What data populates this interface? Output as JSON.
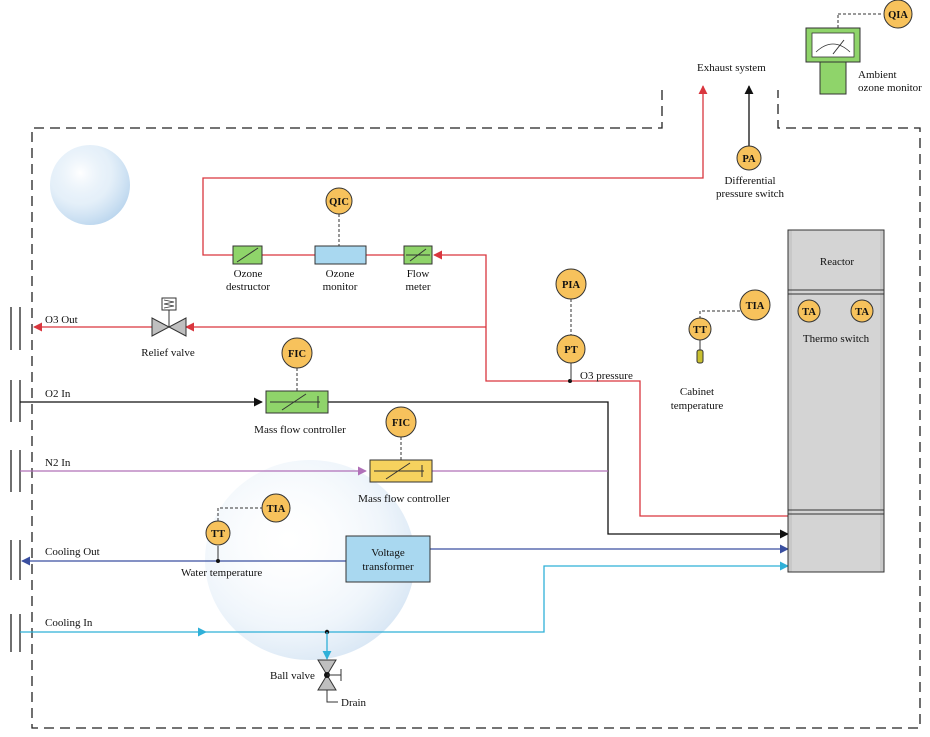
{
  "colors": {
    "ozone": "#d9363e",
    "oxygen": "#111111",
    "nitrogen": "#b070b8",
    "cooling_out": "#3a4fa0",
    "cooling_in": "#2fb0d8",
    "instrument_fill": "#f7c25c",
    "reactor_fill": "#c8c8c8",
    "green_fill": "#8fd46a",
    "blue_fill": "#a9d8f0",
    "yellow_fill": "#f6d25e"
  },
  "labels": {
    "exhaust_system": "Exhaust system",
    "ambient_line1": "Ambient",
    "ambient_line2": "ozone monitor",
    "diff_line1": "Differential",
    "diff_line2": "pressure switch",
    "ozone_destructor_line1": "Ozone",
    "ozone_destructor_line2": "destructor",
    "ozone_monitor_line1": "Ozone",
    "ozone_monitor_line2": "monitor",
    "flow_meter_line1": "Flow",
    "flow_meter_line2": "meter",
    "reactor": "Reactor",
    "thermo_switch": "Thermo switch",
    "cabinet_line1": "Cabinet",
    "cabinet_line2": "temperature",
    "o3_pressure": "O3 pressure",
    "o3_out": "O3 Out",
    "relief_valve": "Relief valve",
    "o2_in": "O2 In",
    "mfc_1": "Mass flow controller",
    "n2_in": "N2 In",
    "mfc_2": "Mass flow controller",
    "cooling_out": "Cooling Out",
    "water_temperature": "Water temperature",
    "transformer_line1": "Voltage",
    "transformer_line2": "transformer",
    "cooling_in": "Cooling In",
    "ball_valve": "Ball valve",
    "drain": "Drain"
  },
  "instruments": {
    "qia": "QIA",
    "pa": "PA",
    "qic": "QIC",
    "pia": "PIA",
    "pt": "PT",
    "tia_cabinet": "TIA",
    "tt_cabinet": "TT",
    "ta_1": "TA",
    "ta_2": "TA",
    "fic_1": "FIC",
    "fic_2": "FIC",
    "tia_water": "TIA",
    "tt_water": "TT"
  }
}
